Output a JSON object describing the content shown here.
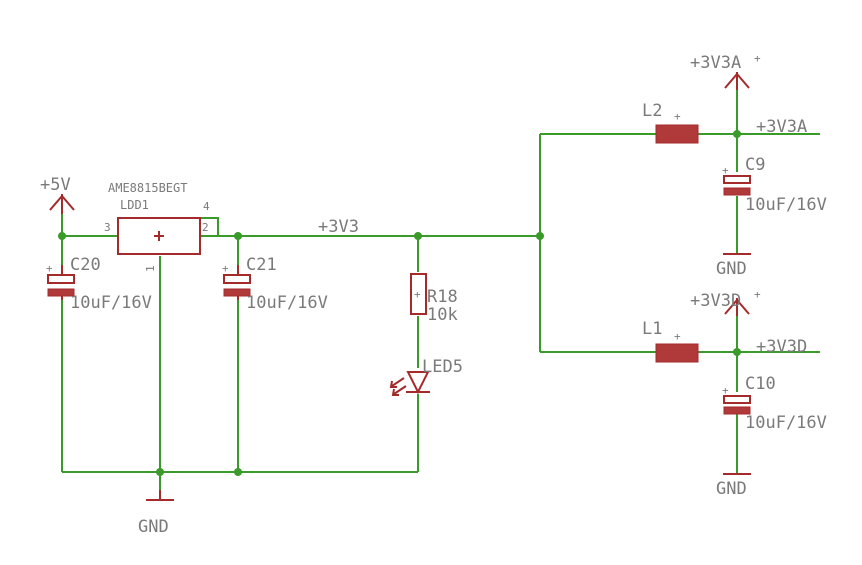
{
  "parts": {
    "regulator": {
      "name": "AME8815BEGT",
      "ref": "LDD1",
      "pin_in": "3",
      "pin_out": "2",
      "pin_tab": "4",
      "pin_gnd": "1"
    },
    "c20": {
      "ref": "C20",
      "value": "10uF/16V"
    },
    "c21": {
      "ref": "C21",
      "value": "10uF/16V"
    },
    "r18": {
      "ref": "R18",
      "value": "10k"
    },
    "led5": {
      "ref": "LED5"
    },
    "l2": {
      "ref": "L2"
    },
    "l1": {
      "ref": "L1"
    },
    "c9": {
      "ref": "C9",
      "value": "10uF/16V"
    },
    "c10": {
      "ref": "C10",
      "value": "10uF/16V"
    }
  },
  "nets": {
    "v5": "+5V",
    "v3v3": "+3V3",
    "v3v3a": "+3V3A",
    "v3v3a_supply": "+3V3A",
    "v3v3d": "+3V3D",
    "v3v3d_supply": "+3V3D",
    "gnd_main": "GND",
    "gnd_c9": "GND",
    "gnd_c10": "GND"
  },
  "colors": {
    "wire": "#3a9a2a",
    "part": "#a52a2a",
    "text": "#7a7a7a"
  }
}
